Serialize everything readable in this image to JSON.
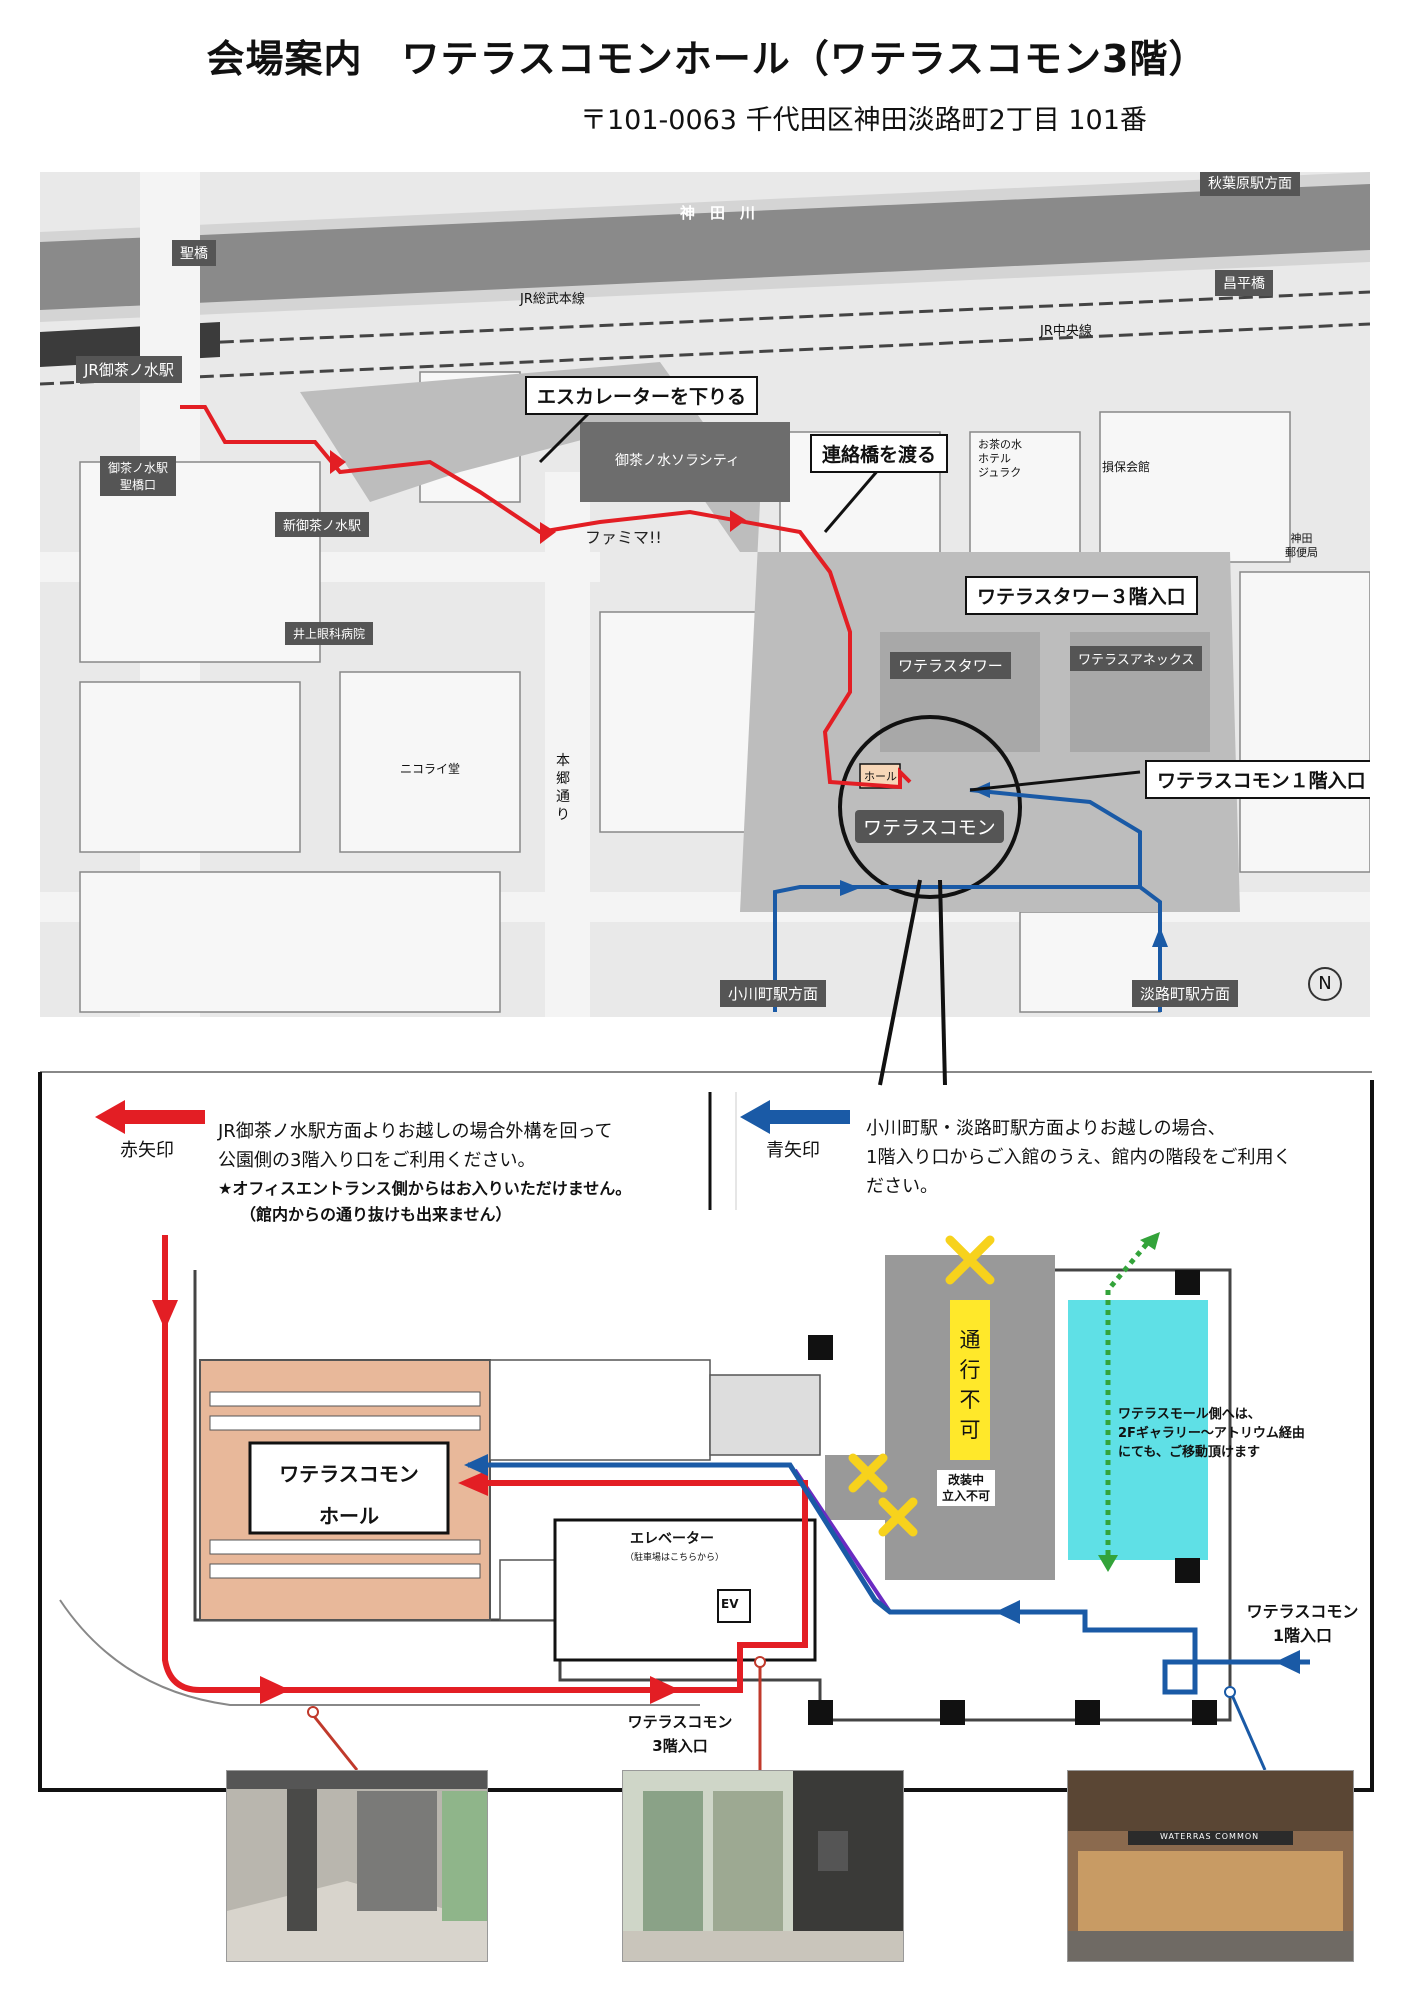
{
  "header": {
    "title": "会場案内　ワテラスコモンホール（ワテラスコモン3階）",
    "address": "〒101-0063 千代田区神田淡路町2丁目 101番"
  },
  "map": {
    "direction_tags": {
      "akihabara": "秋葉原駅方面",
      "ogawamachi": "小川町駅方面",
      "awajicho": "淡路町駅方面"
    },
    "labels": {
      "kanda_river": "神　田　川",
      "hijiri_bridge": "聖橋",
      "shohei_bridge": "昌平橋",
      "jr_sobu": "JR総武本線",
      "jr_chuo": "JR中央線",
      "jr_ochanomizu": "JR御茶ノ水駅",
      "ochanomizu_hijiribashi": "御茶ノ水駅\n聖橋口",
      "shin_ochanomizu": "新御茶ノ水駅",
      "inoue_eye": "井上眼科病院",
      "nikolai": "ニコライ堂",
      "hongo_dori": "本郷通り",
      "solacity": "御茶ノ水ソラシティ",
      "famima": "ファミマ!!",
      "hotel": "お茶の水\nホテル\nジュラク",
      "sompo": "損保会館",
      "kanda_post": "神田\n郵便局",
      "waterras_tower": "ワテラスタワー",
      "waterras_annex": "ワテラスアネックス",
      "waterras_common": "ワテラスコモン",
      "hall_small": "ホール"
    },
    "callouts": {
      "escalator": "エスカレーターを下りる",
      "bridge": "連絡橋を渡る",
      "tower_3f": "ワテラスタワー３階入口",
      "common_1f": "ワテラスコモン１階入口"
    },
    "compass": "N"
  },
  "legend": {
    "red_label": "赤矢印",
    "red_text_1": "JR御茶ノ水駅方面よりお越しの場合外構を回って",
    "red_text_2": "公園側の3階入り口をご利用ください。",
    "red_note_1": "★オフィスエントランス側からはお入りいただけません。",
    "red_note_2": "（館内からの通り抜けも出来ません）",
    "blue_label": "青矢印",
    "blue_text_1": "小川町駅・淡路町駅方面よりお越しの場合、",
    "blue_text_2": "1階入り口からご入館のうえ、館内の階段をご利用く",
    "blue_text_3": "ださい。"
  },
  "floor": {
    "hall_line1": "ワテラスコモン",
    "hall_line2": "ホール",
    "elevator": "エレベーター",
    "elevator_note": "（駐車場はこちらから）",
    "ev": "EV",
    "no_pass": [
      "通",
      "行",
      "不",
      "可"
    ],
    "renovation_1": "改装中",
    "renovation_2": "立入不可",
    "mall_note_1": "ワテラスモール側へは、",
    "mall_note_2": "2Fギャラリー～アトリウム経由",
    "mall_note_3": "にても、ご移動頂けます",
    "entrance_1f_1": "ワテラスコモン",
    "entrance_1f_2": "1階入口",
    "entrance_3f_1": "ワテラスコモン",
    "entrance_3f_2": "3階入口"
  },
  "photos": {
    "storefront_sign": "WATERRAS COMMON"
  },
  "colors": {
    "red_route": "#e31e24",
    "blue_route": "#1a5aa6",
    "hall_fill": "#e8b89a",
    "mall_fill": "#5fe0e6",
    "no_pass_yellow": "#ffe82a",
    "x_mark": "#f7d21c",
    "green_arrow": "#33a33a",
    "purple_line": "#6a2bc2"
  }
}
